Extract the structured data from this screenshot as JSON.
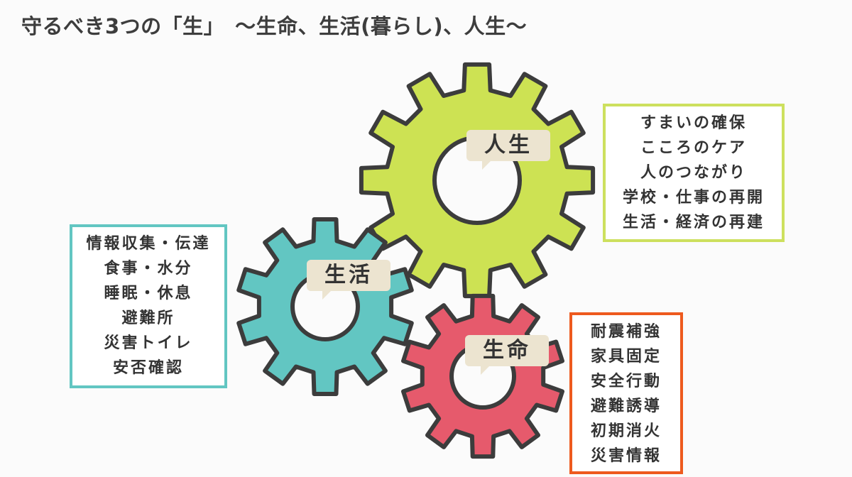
{
  "title": "守るべき3つの「生」　～生命、生活(暮らし)、人生～",
  "colors": {
    "life_gear": "#cde253",
    "living_gear": "#62c6c2",
    "vital_gear": "#e65a6c",
    "gear_outline": "#3c3c3c",
    "label_bg": "#ece4d0",
    "life_box_border": "#cde05e",
    "living_box_border": "#62c6c2",
    "vital_box_border": "#ee5a1e"
  },
  "gears": {
    "life": {
      "label": "人生"
    },
    "living": {
      "label": "生活"
    },
    "vital": {
      "label": "生命"
    }
  },
  "boxes": {
    "life": {
      "items": [
        "すまいの確保",
        "こころのケア",
        "人のつながり",
        "学校・仕事の再開",
        "生活・経済の再建"
      ]
    },
    "living": {
      "items": [
        "情報収集・伝達",
        "食事・水分",
        "睡眠・休息",
        "避難所",
        "災害トイレ",
        "安否確認"
      ]
    },
    "vital": {
      "items": [
        "耐震補強",
        "家具固定",
        "安全行動",
        "避難誘導",
        "初期消火",
        "災害情報"
      ]
    }
  }
}
